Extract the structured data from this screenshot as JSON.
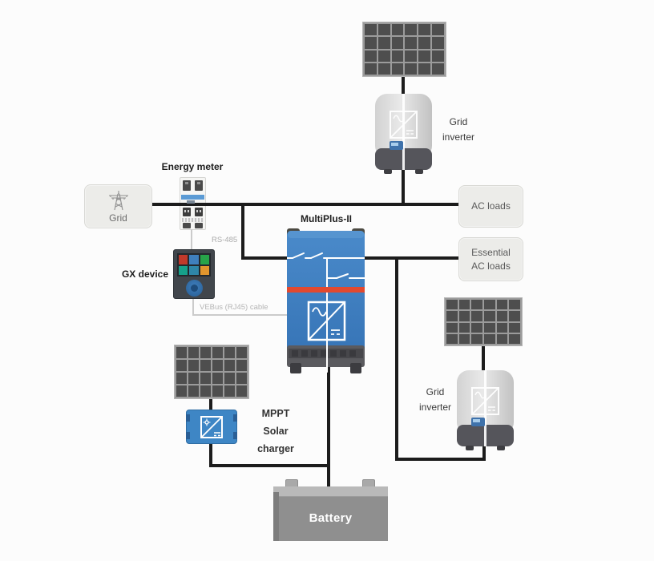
{
  "diagram": {
    "type": "solar-energy-system-wiring-diagram",
    "components": [
      "Grid",
      "Energy meter",
      "GX device",
      "MultiPlus-II",
      "PV array (top)",
      "Grid inverter (top)",
      "AC loads",
      "Essential AC loads",
      "PV array (left)",
      "MPPT Solar charger",
      "PV array (right)",
      "Grid inverter (right)",
      "Battery"
    ],
    "connections": [
      "Grid - Energy meter - AC input bus",
      "PV array (top) - Grid inverter (top) - AC input bus",
      "AC input bus - AC loads",
      "AC input bus - MultiPlus-II AC in",
      "MultiPlus-II AC out - Essential AC loads",
      "PV array (right) - Grid inverter (right) - Essential AC out bus",
      "Energy meter - RS-485 - GX device",
      "GX device - VEBus (RJ45) cable - MultiPlus-II",
      "PV array (left) - MPPT Solar charger - DC bus",
      "MultiPlus-II DC - Battery",
      "MPPT Solar charger - Battery"
    ]
  },
  "labels": {
    "energy_meter": "Energy meter",
    "grid": "Grid",
    "multiplus": "MultiPlus-II",
    "gx_device": "GX device",
    "rs485": "RS-485",
    "vebus_cable": "VEBus (RJ45) cable",
    "ac_loads": "AC loads",
    "essential": {
      "line1": "Essential",
      "line2": "AC loads"
    },
    "grid_inverter_top": {
      "line1": "Grid",
      "line2": "inverter"
    },
    "grid_inverter_right": {
      "line1": "Grid",
      "line2": "inverter"
    },
    "mppt": {
      "line1": "MPPT",
      "line2": "Solar",
      "line3": "charger"
    },
    "battery": "Battery"
  },
  "colors": {
    "background": "#fcfcfc",
    "ac_dc_wire": "#1c1c1c",
    "signal_wire": "#cbcbcb",
    "victron_blue": "#3e86c5",
    "multiplus_blue_top": "#4a8aca",
    "multiplus_blue_bottom": "#3674b6",
    "multiplus_red_stripe": "#e2492f",
    "solar_cell": "#4e4e4e",
    "solar_grid_line": "#9b9b9b",
    "inverter_body": "#dcdcdc",
    "inverter_base": "#55555b",
    "inverter_display": "#3f72ab",
    "gray_box_fill": "#ecece9",
    "battery_body": "#8f8f8f",
    "battery_lid": "#b9b9b9",
    "gx_body": "#41464c",
    "gx_tiles": [
      "#c0392b",
      "#3f7fbd",
      "#27a349",
      "#16a08a",
      "#2f86a8",
      "#e0952e"
    ],
    "energy_meter_band": "#5b9bd5"
  },
  "solar_panel": {
    "cols": 6,
    "rows": 4
  }
}
